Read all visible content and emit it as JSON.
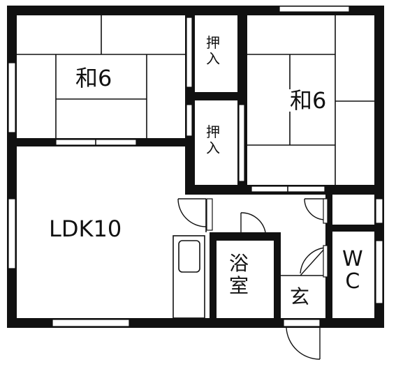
{
  "rooms": {
    "washitsu_left": {
      "label": "和6"
    },
    "washitsu_right": {
      "label": "和6"
    },
    "closet_top": {
      "chars": [
        "押",
        "入"
      ]
    },
    "closet_mid": {
      "chars": [
        "押",
        "入"
      ]
    },
    "ldk": {
      "label": "LDK10"
    },
    "bath": {
      "chars": [
        "浴",
        "室"
      ]
    },
    "entrance": {
      "label": "玄"
    },
    "wc": {
      "chars": [
        "W",
        "C"
      ]
    }
  },
  "colors": {
    "wall": "#111111",
    "background": "#ffffff"
  }
}
